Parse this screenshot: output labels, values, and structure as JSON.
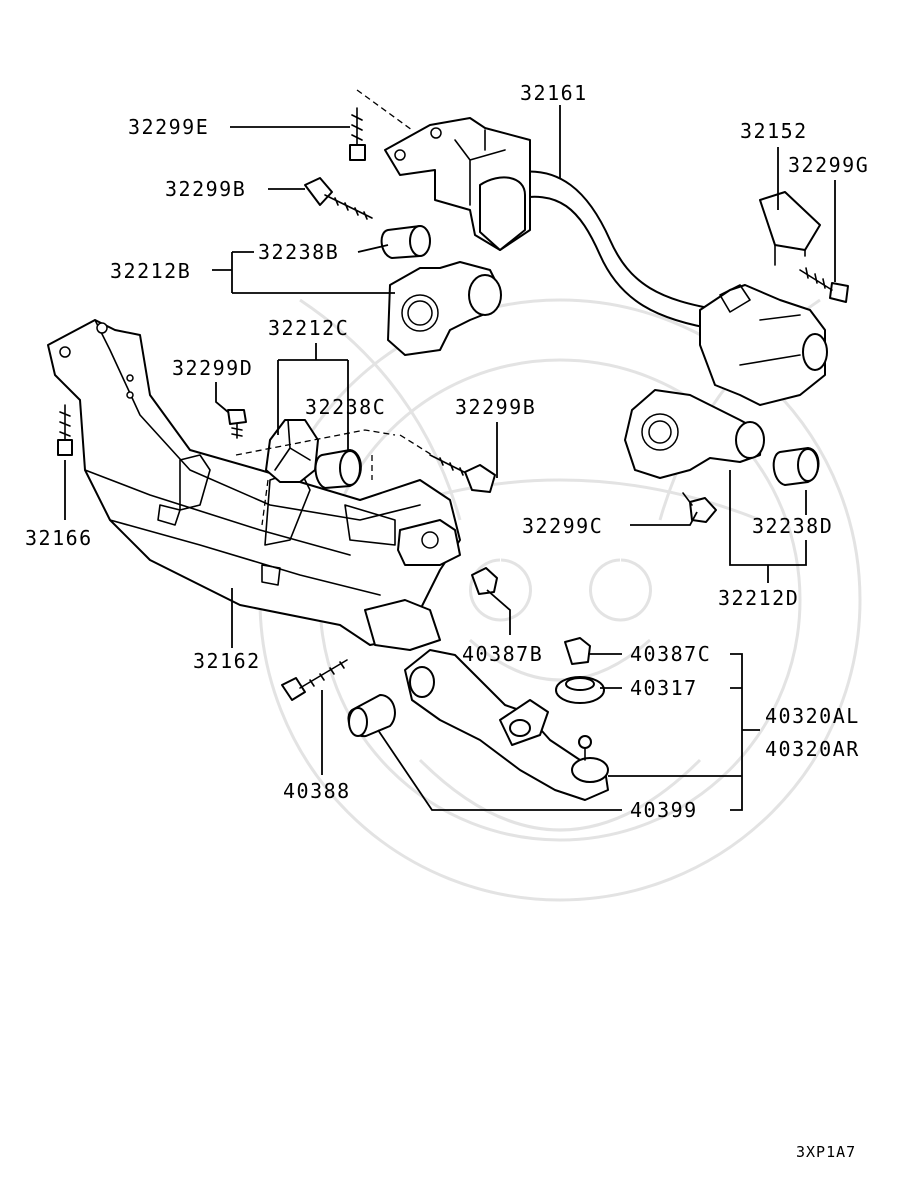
{
  "labels": {
    "p32161": "32161",
    "p32299E": "32299E",
    "p32152": "32152",
    "p32299G": "32299G",
    "p32299B_top": "32299B",
    "p32238B": "32238B",
    "p32212B": "32212B",
    "p32212C": "32212C",
    "p32299D": "32299D",
    "p32238C": "32238C",
    "p32299B_mid": "32299B",
    "p32166": "32166",
    "p32299C": "32299C",
    "p32238D": "32238D",
    "p32212D": "32212D",
    "p32162": "32162",
    "p40387B": "40387B",
    "p40387C": "40387C",
    "p40317": "40317",
    "p40320AL": "40320AL",
    "p40320AR": "40320AR",
    "p40388": "40388",
    "p40399": "40399"
  },
  "diagram_code": "3XP1A7"
}
